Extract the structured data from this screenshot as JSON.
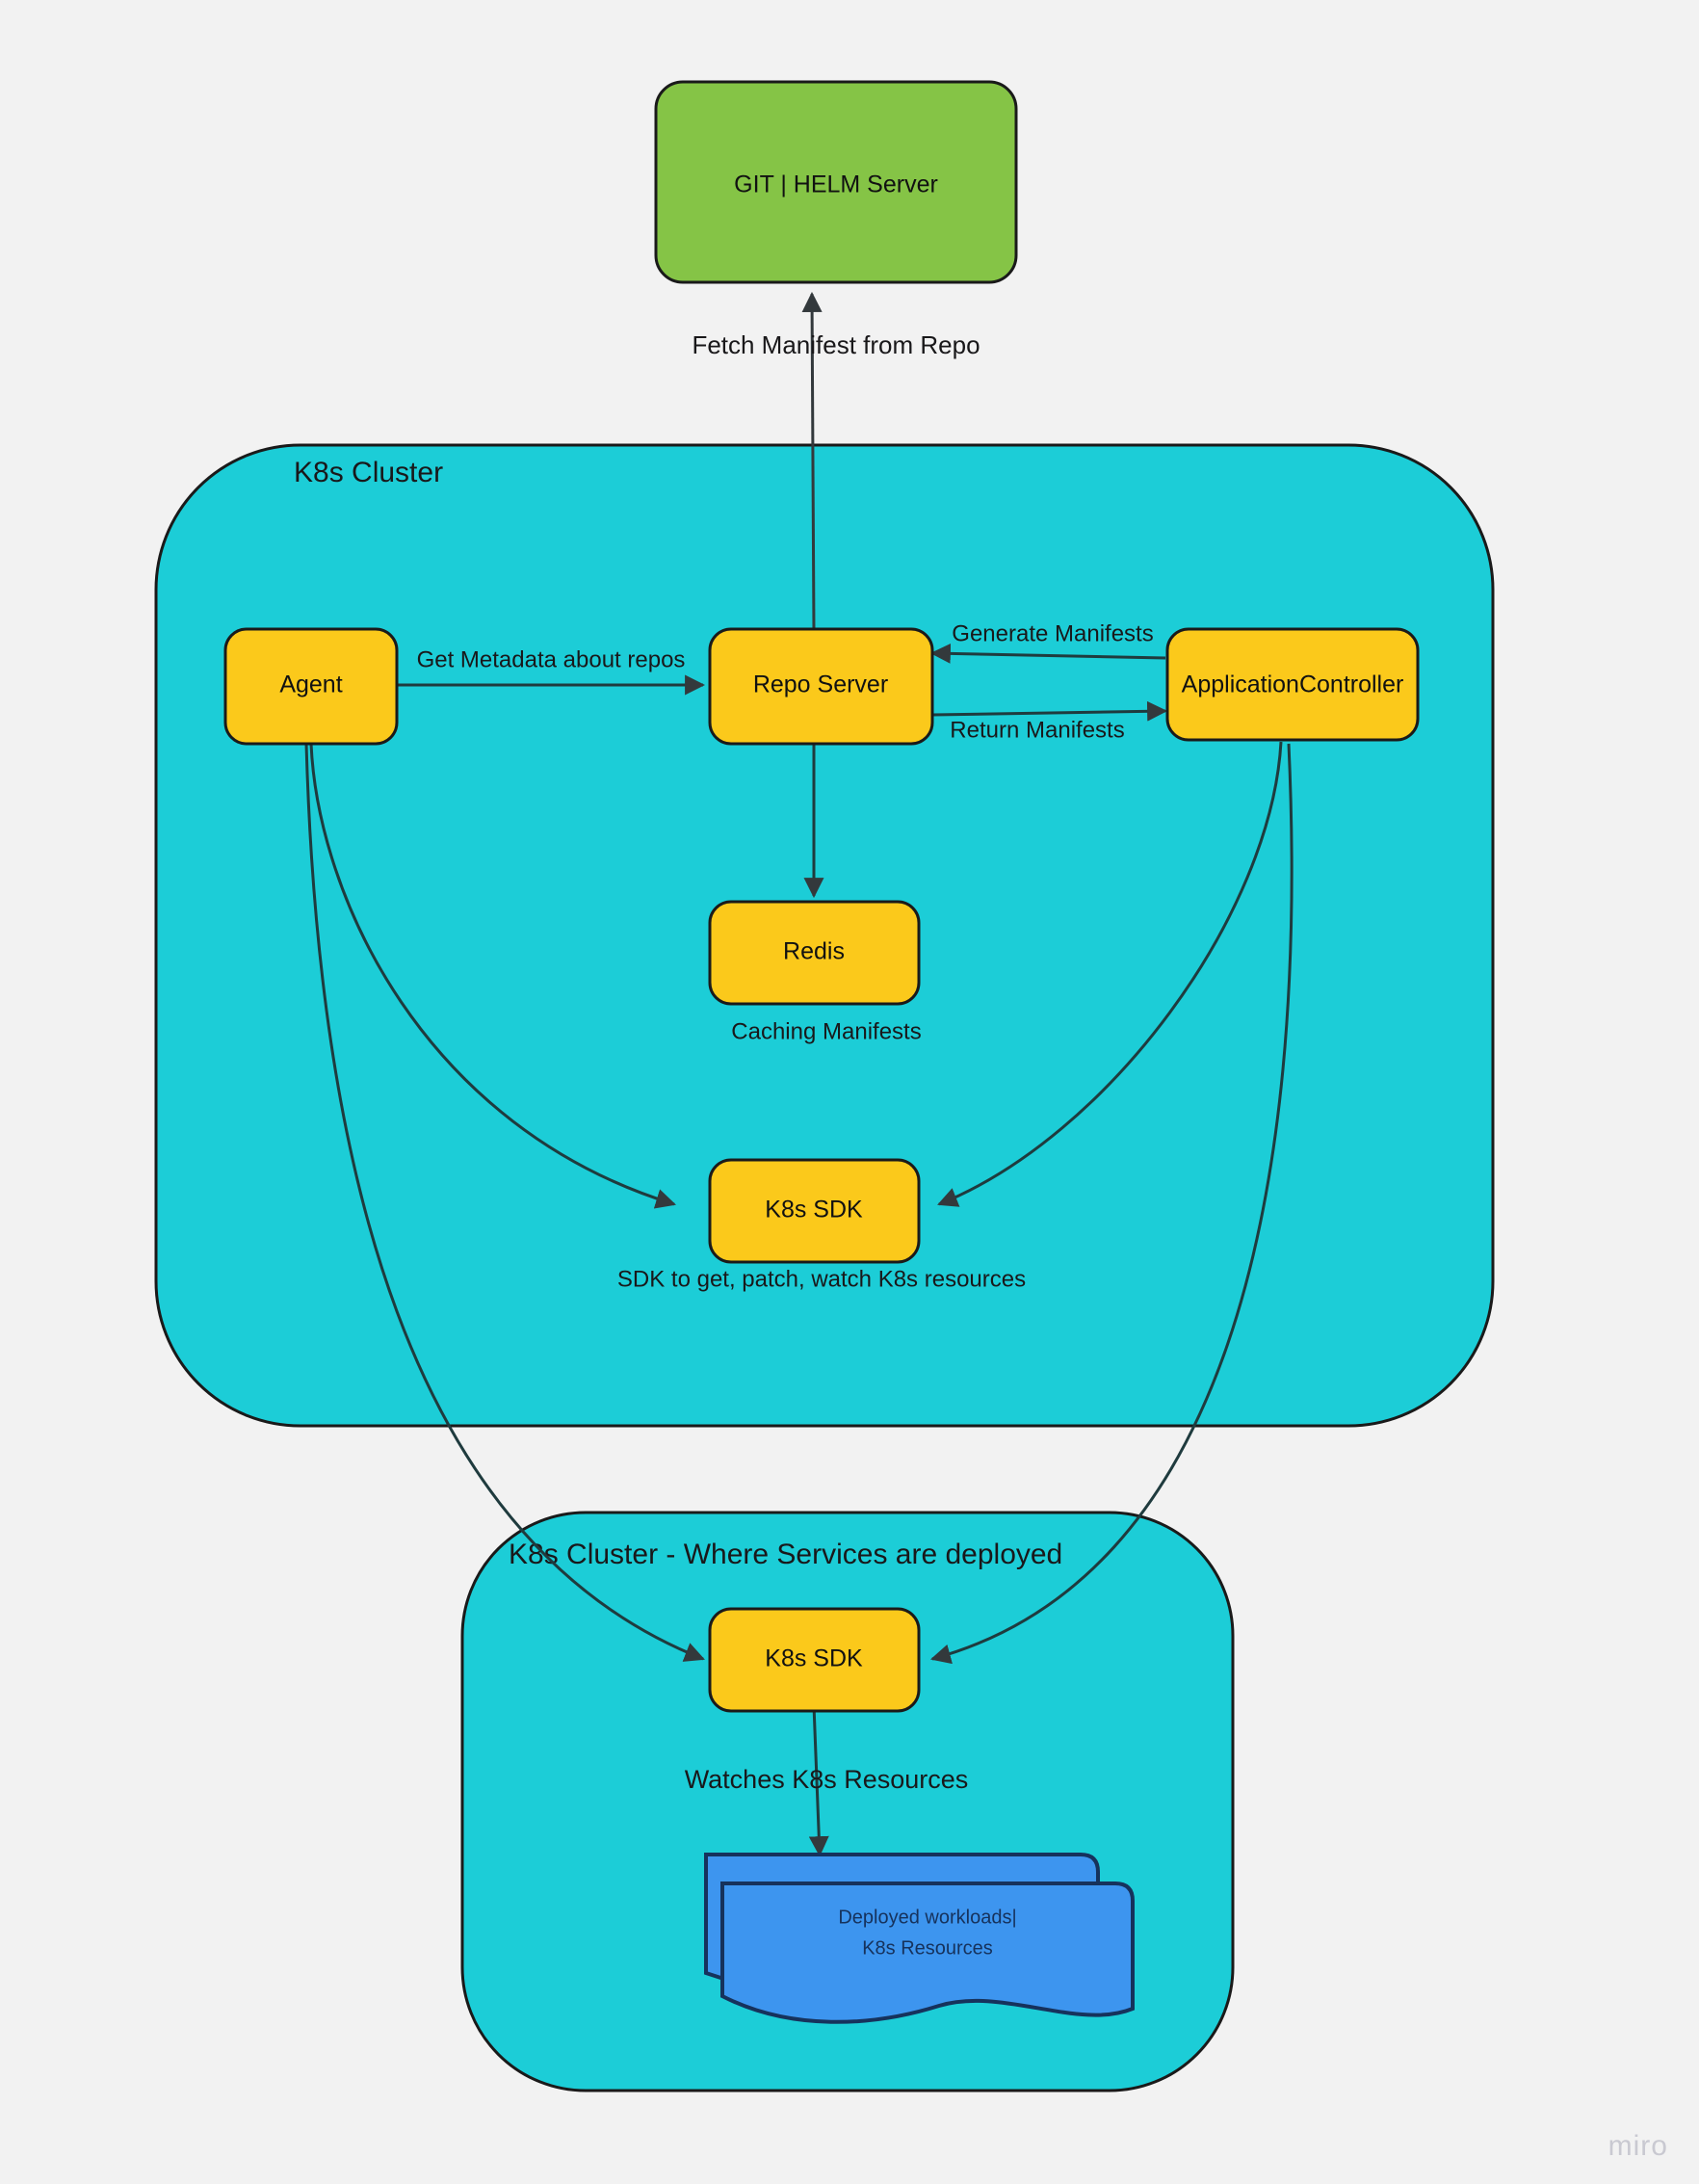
{
  "page": {
    "background_color": "#f2f2f2",
    "watermark": "miro"
  },
  "palette": {
    "cluster_fill": "#1ccdd7",
    "cluster_stroke": "#1a1a1a",
    "node_fill": "#fbc91b",
    "node_stroke": "#1a1a1a",
    "repo_fill": "#85c446",
    "repo_stroke": "#1a1a1a",
    "document_fill": "#3d95ef",
    "document_stroke": "#16325c",
    "edge_stroke": "#1f3b3e",
    "text_color": "#19181a"
  },
  "nodes": {
    "git_helm_server": {
      "label": "GIT | HELM Server"
    },
    "agent": {
      "label": "Agent"
    },
    "repo_server": {
      "label": "Repo Server"
    },
    "application_controller": {
      "label": "ApplicationController"
    },
    "redis": {
      "label": "Redis"
    },
    "k8s_sdk_upper": {
      "label": "K8s SDK"
    },
    "k8s_sdk_lower": {
      "label": "K8s SDK"
    },
    "deployed_workloads": {
      "line1": "Deployed workloads|",
      "line2": "K8s Resources"
    }
  },
  "clusters": {
    "upper": {
      "label": "K8s Cluster"
    },
    "lower": {
      "label": "K8s Cluster - Where Services are deployed"
    }
  },
  "edge_labels": {
    "fetch_manifest": "Fetch Manifest from Repo",
    "get_metadata": "Get Metadata about repos",
    "generate_manifests": "Generate Manifests",
    "return_manifests": "Return Manifests",
    "watches_k8s_resources": "Watches K8s Resources"
  },
  "captions": {
    "caching_manifests": "Caching Manifests",
    "sdk_description": "SDK to get, patch, watch K8s resources"
  }
}
